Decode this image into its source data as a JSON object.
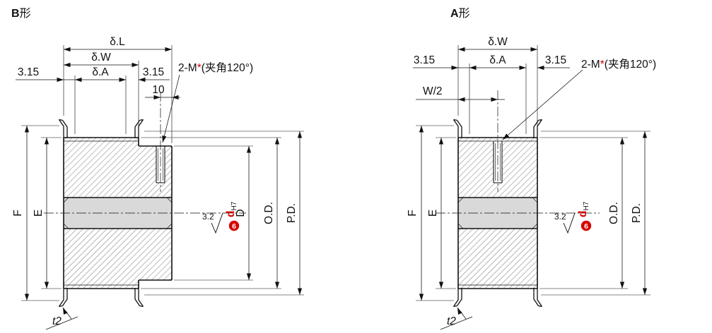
{
  "colors": {
    "accent_red": "#d60000",
    "line": "#111111",
    "bore_fill": "#d9d9d9"
  },
  "figure_b": {
    "title_letter": "B",
    "title_shape": "形",
    "dim_delta_L": "δ.L",
    "dim_delta_W": "δ.W",
    "dim_delta_A": "δ.A",
    "dim_margin_left": "3.15",
    "dim_margin_right": "3.15",
    "dim_screw_offset": "10",
    "screw_label_prefix": "2-M",
    "screw_label_star": "*",
    "screw_label_suffix": "(夹角120°)",
    "dim_F": "F",
    "dim_E": "E",
    "dim_D": "D",
    "dim_OD": "O.D.",
    "dim_PD": "P.D.",
    "surface_roughness": "3.2",
    "callout_number": "6",
    "bore_symbol": "d",
    "bore_fit": "H7",
    "dim_t2": "t2"
  },
  "figure_a": {
    "title_letter": "A",
    "title_shape": "形",
    "dim_delta_W": "δ.W",
    "dim_delta_A": "δ.A",
    "dim_margin_left": "3.15",
    "dim_margin_right": "3.15",
    "dim_half_width": "W/2",
    "screw_label_prefix": "2-M",
    "screw_label_star": "*",
    "screw_label_suffix": "(夹角120°)",
    "dim_F": "F",
    "dim_E": "E",
    "dim_OD": "O.D.",
    "dim_PD": "P.D.",
    "surface_roughness": "3.2",
    "callout_number": "6",
    "bore_symbol": "d",
    "bore_fit": "H7",
    "dim_t2": "t2"
  }
}
